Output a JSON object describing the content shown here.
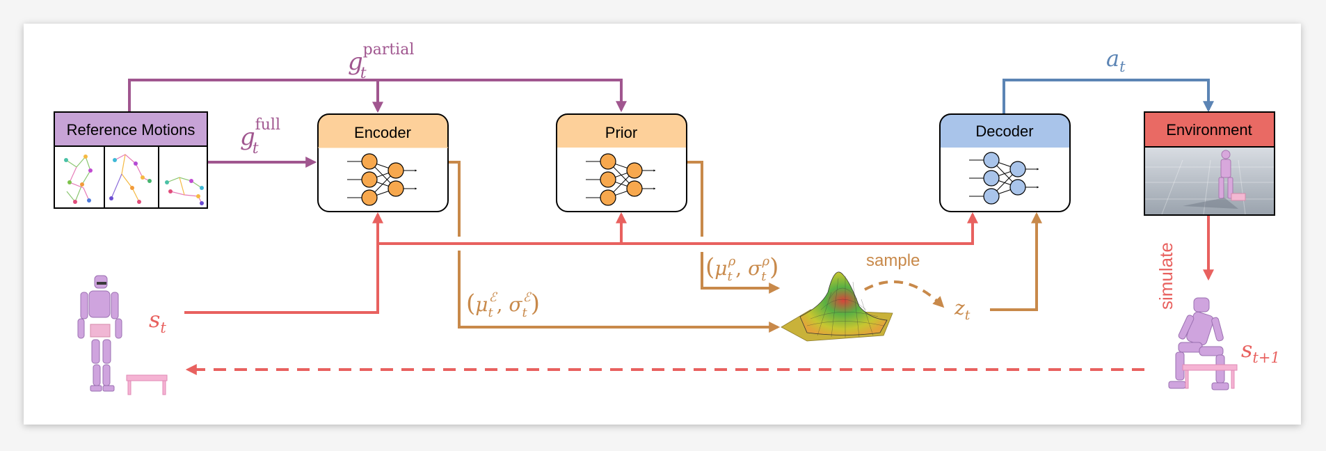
{
  "boxes": {
    "reference_motions": "Reference Motions",
    "encoder": "Encoder",
    "prior": "Prior",
    "decoder": "Decoder",
    "environment": "Environment"
  },
  "labels": {
    "g_partial": {
      "base": "g",
      "sub": "t",
      "sup": "partial"
    },
    "g_full": {
      "base": "g",
      "sub": "t",
      "sup": "full"
    },
    "a_t": {
      "base": "a",
      "sub": "t"
    },
    "s_t": {
      "base": "s",
      "sub": "t"
    },
    "s_t1": {
      "base": "s",
      "sub": "t+1"
    },
    "z_t": {
      "base": "z",
      "sub": "t"
    },
    "mu_sigma_prior": {
      "open": "(",
      "mu": "μ",
      "sigma": "σ",
      "sub": "t",
      "sup": "ρ",
      "sep": ", ",
      "close": ")"
    },
    "mu_sigma_enc": {
      "open": "(",
      "mu": "μ",
      "sigma": "σ",
      "sub": "t",
      "sup": "ℰ",
      "sep": ", ",
      "close": ")"
    },
    "sample": "sample",
    "simulate": "simulate"
  },
  "colors": {
    "purple": "#a0568f",
    "orange": "#c8894a",
    "red": "#e8615f",
    "blue": "#5b84b4",
    "box_orange": "#fdd09a",
    "box_blue": "#a9c4ea",
    "box_purple": "#c7a3d6",
    "box_red": "#e96a64"
  }
}
